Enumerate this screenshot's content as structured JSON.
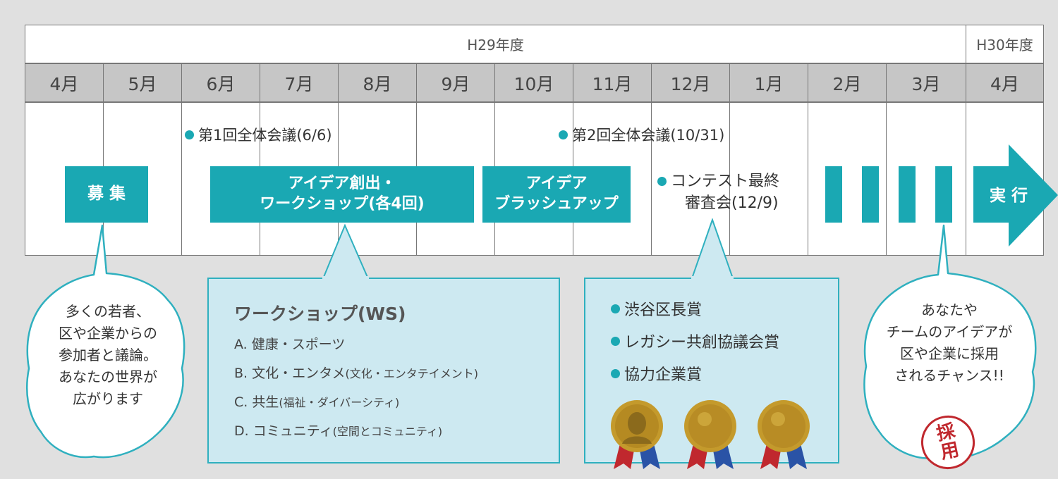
{
  "years": {
    "current": "H29年度",
    "next": "H30年度"
  },
  "months": [
    "4月",
    "5月",
    "6月",
    "7月",
    "8月",
    "9月",
    "10月",
    "11月",
    "12月",
    "1月",
    "2月",
    "3月",
    "4月"
  ],
  "events": {
    "meeting1": "第1回全体会議(6/6)",
    "meeting2": "第2回全体会議(10/31)",
    "contest_line1": "コンテスト最終",
    "contest_line2": "審査会(12/9)"
  },
  "phases": {
    "recruit": "募 集",
    "ideation_line1": "アイデア創出・",
    "ideation_line2": "ワークショップ(各4回)",
    "brushup_line1": "アイデア",
    "brushup_line2": "ブラッシュアップ",
    "execute": "実 行"
  },
  "workshop": {
    "title": "ワークショップ(WS)",
    "items": [
      {
        "main": "A. 健康・スポーツ",
        "note": ""
      },
      {
        "main": "B. 文化・エンタメ",
        "note": "(文化・エンタテイメント)"
      },
      {
        "main": "C. 共生",
        "note": "(福祉・ダイバーシティ)"
      },
      {
        "main": "D. コミュニティ",
        "note": "(空間とコミュニティ)"
      }
    ]
  },
  "awards": [
    "渋谷区長賞",
    "レガシー共創協議会賞",
    "協力企業賞"
  ],
  "bubbles": {
    "left": [
      "多くの若者、",
      "区や企業からの",
      "参加者と議論。",
      "あなたの世界が",
      "広がります"
    ],
    "right": [
      "あなたや",
      "チームのアイデアが",
      "区や企業に採用",
      "されるチャンス!!"
    ]
  },
  "stamp": {
    "line1": "採",
    "line2": "用"
  },
  "colors": {
    "teal": "#1aa8b3",
    "callout_bg": "#cde9f1",
    "month_bg": "#c6c6c6",
    "stamp_red": "#c0282e",
    "medal_gold": "#c49a2c"
  }
}
